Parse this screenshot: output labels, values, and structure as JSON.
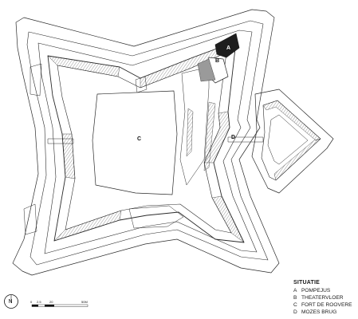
{
  "map": {
    "labels": {
      "a": "A",
      "b": "B",
      "c": "C",
      "d": "D"
    },
    "colors": {
      "ink": "#2a2a2a",
      "fill_a": "#1e1e1e",
      "fill_b": "#9a9a9a"
    }
  },
  "legend": {
    "title": "SITUATIE",
    "items": [
      {
        "key": "A",
        "label": "POMPEJUS"
      },
      {
        "key": "B",
        "label": "THEATERVLOER"
      },
      {
        "key": "C",
        "label": "FORT DE ROOVERE"
      },
      {
        "key": "D",
        "label": "MOZES BRUG"
      }
    ]
  },
  "compass": {
    "letter": "N",
    "icon": "north-arrow-icon"
  },
  "scale": {
    "ticks": [
      "0",
      "2.5",
      "20",
      "50M"
    ]
  }
}
